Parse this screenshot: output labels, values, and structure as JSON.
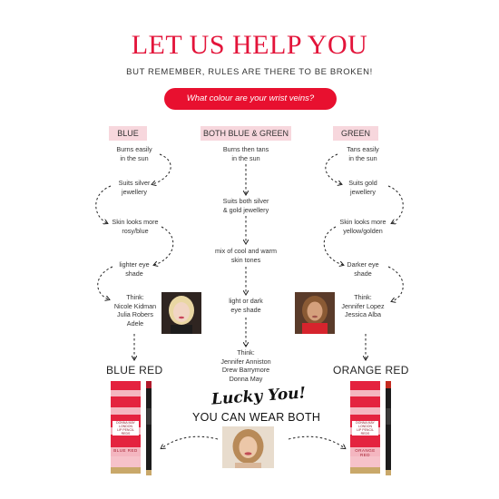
{
  "header": {
    "title": "LET US HELP YOU",
    "subtitle": "BUT REMEMBER, RULES ARE THERE TO BE BROKEN!",
    "question": "What colour are your wrist veins?"
  },
  "columns": {
    "blue": {
      "heading": "BLUE",
      "steps": [
        "Burns easily\nin the sun",
        "Suits silver\njewellery",
        "Skin looks more\nrosy/blue",
        "lighter eye\nshade",
        "Think:\nNicole Kidman\nJulia Robers\nAdele"
      ],
      "result": "BLUE RED",
      "product_name": "BLUE RED"
    },
    "both": {
      "heading": "BOTH BLUE & GREEN",
      "steps": [
        "Burns then tans\nin the sun",
        "Suits both silver\n& gold jewellery",
        "mix of cool and warm\nskin tones",
        "light or dark\neye shade",
        "Think:\nJennifer Anniston\nDrew Barrymore\nDonna May"
      ],
      "lucky": "Lucky You!",
      "result": "YOU CAN WEAR BOTH"
    },
    "green": {
      "heading": "GREEN",
      "steps": [
        "Tans easily\nin the sun",
        "Suits gold\njewellery",
        "Skin looks more\nyellow/golden",
        "Darker eye\nshade",
        "Think:\nJennifer Lopez\nJessica Alba"
      ],
      "result": "ORANGE RED",
      "product_name": "ORANGE RED"
    }
  },
  "product_box_text": "DONNA MAY LONDON\nLIP PENCIL REDS",
  "colors": {
    "accent": "#e3143a",
    "pill": "#e8102f",
    "column_head_bg": "#f7d7dd",
    "stripe_red": "#e4233f",
    "stripe_pink": "#f4b6c0",
    "box_gold": "#c9a86a"
  },
  "icons": {
    "flow_arrow": "dashed-arrow-icon",
    "lipstick": "lip-pencil-icon"
  }
}
